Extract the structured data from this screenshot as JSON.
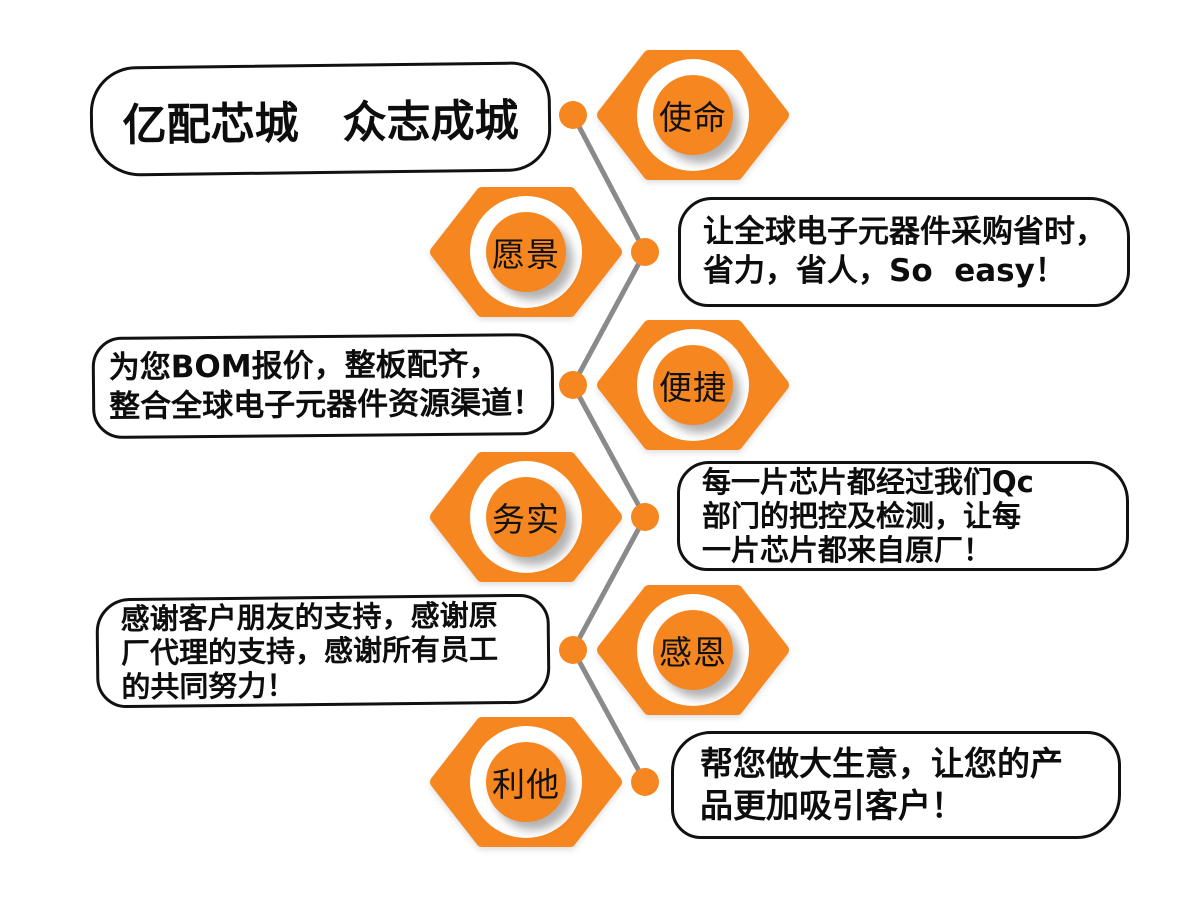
{
  "colors": {
    "orange": "#F6861F",
    "line_gray": "#8A8A8A",
    "ink": "#0D0D0D",
    "bubble_bg": "#FFFFFF"
  },
  "title_bubble": {
    "text": "亿配芯城　众志成城"
  },
  "rows": [
    {
      "badge": "使命"
    },
    {
      "badge": "愿景",
      "lines": [
        "让全球电子元器件采购省时，",
        "省力，省人，So  easy！"
      ]
    },
    {
      "badge": "便捷",
      "lines": [
        "为您BOM报价，整板配齐，",
        "整合全球电子元器件资源渠道！"
      ]
    },
    {
      "badge": "务实",
      "lines": [
        "每一片芯片都经过我们Qc",
        "部门的把控及检测，让每",
        "一片芯片都来自原厂！"
      ]
    },
    {
      "badge": "感恩",
      "lines": [
        "感谢客户朋友的支持，感谢原",
        "厂代理的支持，感谢所有员工",
        "的共同努力！"
      ]
    },
    {
      "badge": "利他",
      "lines": [
        "帮您做大生意，让您的产",
        "品更加吸引客户！"
      ]
    }
  ]
}
